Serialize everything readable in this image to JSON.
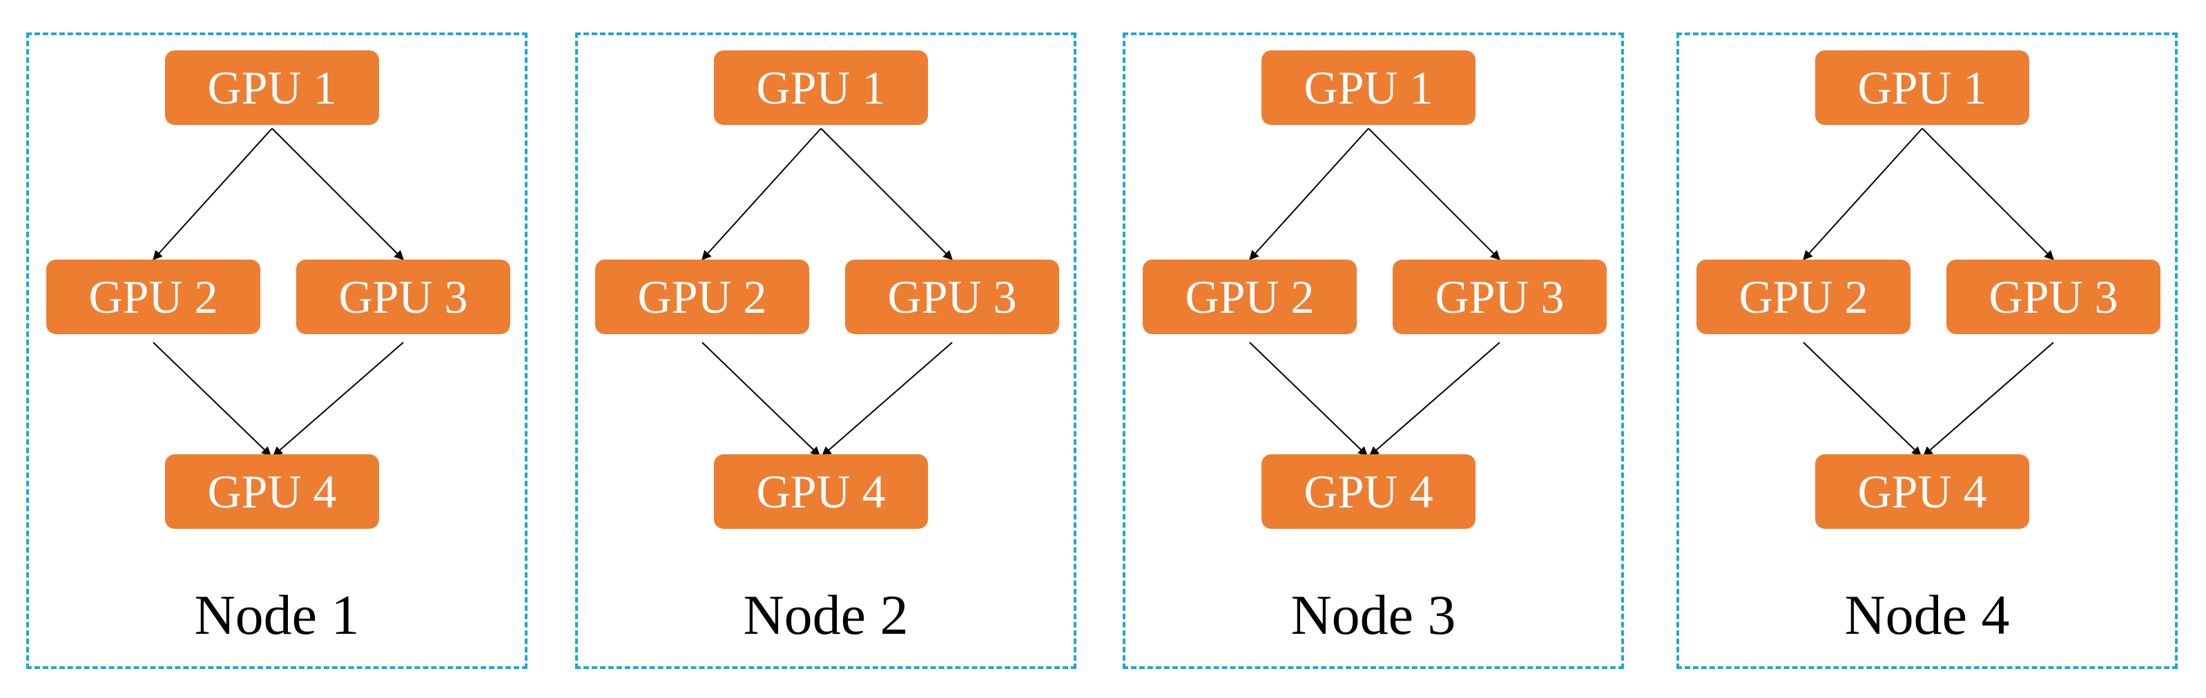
{
  "diagram": {
    "colors": {
      "gpu_fill": "#ed7d31",
      "gpu_text": "#ffffff",
      "node_border": "#1ea7d8",
      "arrow": "#000000"
    },
    "nodes": [
      {
        "label": "Node 1",
        "gpus": [
          "GPU 1",
          "GPU 2",
          "GPU 3",
          "GPU 4"
        ]
      },
      {
        "label": "Node 2",
        "gpus": [
          "GPU 1",
          "GPU 2",
          "GPU 3",
          "GPU 4"
        ]
      },
      {
        "label": "Node 3",
        "gpus": [
          "GPU 1",
          "GPU 2",
          "GPU 3",
          "GPU 4"
        ]
      },
      {
        "label": "Node 4",
        "gpus": [
          "GPU 1",
          "GPU 2",
          "GPU 3",
          "GPU 4"
        ]
      }
    ],
    "edges": [
      {
        "from": "GPU 1",
        "to": "GPU 2"
      },
      {
        "from": "GPU 1",
        "to": "GPU 3"
      },
      {
        "from": "GPU 2",
        "to": "GPU 4"
      },
      {
        "from": "GPU 3",
        "to": "GPU 4"
      }
    ]
  }
}
